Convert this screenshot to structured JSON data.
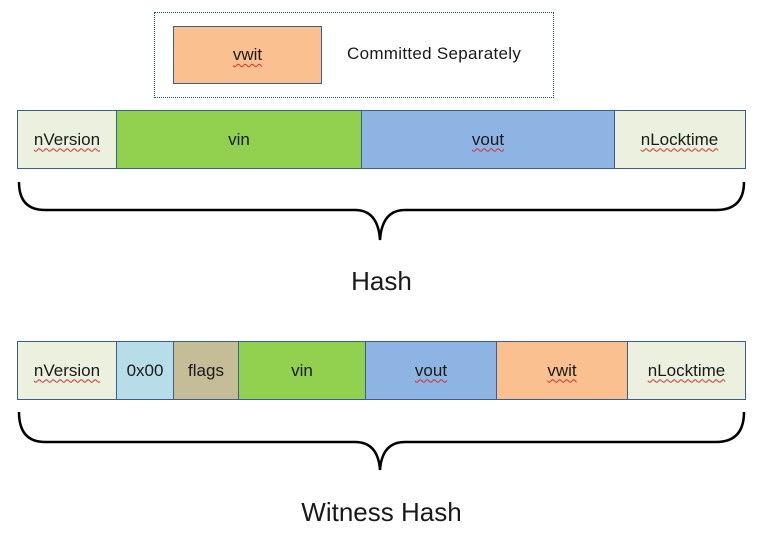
{
  "legend": {
    "swatch_label": "vwit",
    "description": "Committed Separately"
  },
  "rows": [
    {
      "caption": "Hash",
      "cells": [
        {
          "label": "nVersion",
          "color": "#ebf1de",
          "width": 100,
          "squiggle": true
        },
        {
          "label": "vin",
          "color": "#92d050",
          "width": 247,
          "squiggle": false
        },
        {
          "label": "vout",
          "color": "#8db4e2",
          "width": 254,
          "squiggle": true
        },
        {
          "label": "nLocktime",
          "color": "#ebf1de",
          "width": 132,
          "squiggle": true
        }
      ]
    },
    {
      "caption": "Witness Hash",
      "cells": [
        {
          "label": "nVersion",
          "color": "#ebf1de",
          "width": 100,
          "squiggle": true
        },
        {
          "label": "0x00",
          "color": "#b7dde8",
          "width": 59,
          "squiggle": false
        },
        {
          "label": "flags",
          "color": "#c4bd97",
          "width": 66,
          "squiggle": false
        },
        {
          "label": "vin",
          "color": "#92d050",
          "width": 129,
          "squiggle": false
        },
        {
          "label": "vout",
          "color": "#8db4e2",
          "width": 132,
          "squiggle": true
        },
        {
          "label": "vwit",
          "color": "#fac090",
          "width": 133,
          "squiggle": true
        },
        {
          "label": "nLocktime",
          "color": "#ebf1de",
          "width": 119,
          "squiggle": true
        }
      ]
    }
  ]
}
